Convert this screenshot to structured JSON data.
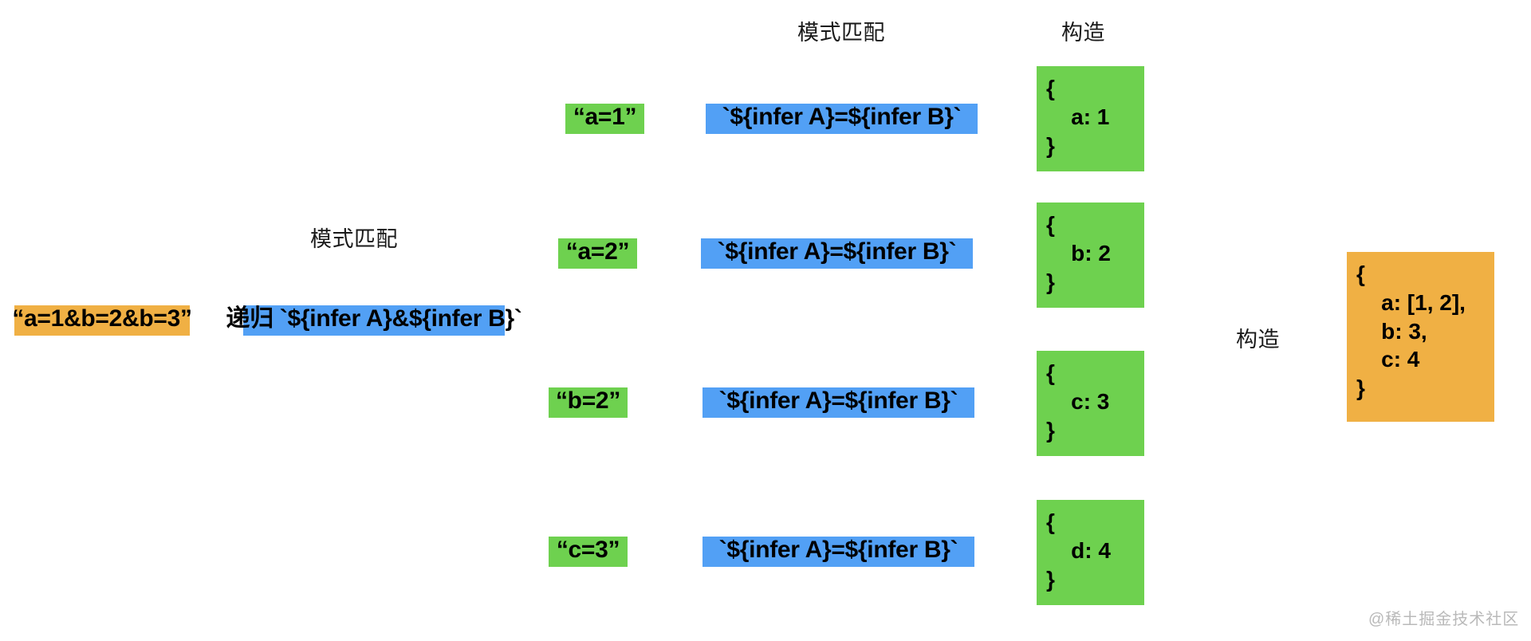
{
  "diagram": {
    "title_hidden": "TypeScript template literal type recursive pattern matching",
    "colors": {
      "orange": "#f0b044",
      "green": "#6ed14f",
      "blue": "#52a0f5",
      "text": "#000000",
      "label": "#1a1a1a",
      "watermark": "#b9b9b9",
      "background": "#ffffff"
    },
    "input": {
      "label": "“a=1&b=2&b=3”"
    },
    "recursion": {
      "label": "递归 `${infer A}&${infer B}`"
    },
    "stage_labels": {
      "pattern_match_left": "模式匹配",
      "pattern_match_top": "模式匹配",
      "construct_top": "构造",
      "construct_right": "构造"
    },
    "rows": [
      {
        "segment": "“a=1”",
        "pattern": "`${infer A}=${infer B}`",
        "result": "{\n    a: 1\n}"
      },
      {
        "segment": "“a=2”",
        "pattern": "`${infer A}=${infer B}`",
        "result": "{\n    b: 2\n}"
      },
      {
        "segment": "“b=2”",
        "pattern": "`${infer A}=${infer B}`",
        "result": "{\n    c: 3\n}"
      },
      {
        "segment": "“c=3”",
        "pattern": "`${infer A}=${infer B}`",
        "result": "{\n    d: 4\n}"
      }
    ],
    "output": {
      "result": "{\n    a: [1, 2],\n    b: 3,\n    c: 4\n}"
    },
    "watermark": {
      "text": "@稀土掘金技术社区"
    }
  }
}
